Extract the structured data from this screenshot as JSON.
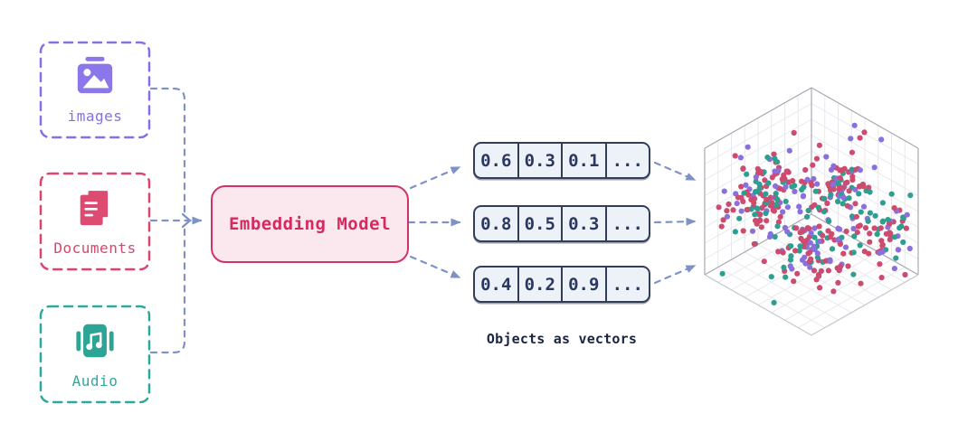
{
  "inputs": [
    {
      "label": "images",
      "color": "#8570e4"
    },
    {
      "label": "Documents",
      "color": "#dc446e"
    },
    {
      "label": "Audio",
      "color": "#2ea89b"
    }
  ],
  "model": {
    "label": "Embedding Model",
    "border_color": "#d23364",
    "fill_color": "#fbe7ee",
    "text_color": "#d42a60"
  },
  "vectors": {
    "caption": "Objects as vectors",
    "caption_color": "#1c2540",
    "border_color": "#323e58",
    "fill_color": "#edf2f9",
    "text_color": "#2a3760",
    "rows": [
      {
        "cells": [
          "0.6",
          "0.3",
          "0.1",
          "..."
        ]
      },
      {
        "cells": [
          "0.8",
          "0.5",
          "0.3",
          "..."
        ]
      },
      {
        "cells": [
          "0.4",
          "0.2",
          "0.9",
          "..."
        ]
      }
    ]
  },
  "arrows": {
    "color": "#7e92c5"
  },
  "scatter_plot": {
    "type": "scatter3d",
    "grid_color": "#e6e6ed",
    "edge_color": "#a9a9b4",
    "front_edge_color": "#c4c4ce",
    "point_colors": {
      "crimson": "#cc4b6e",
      "purple": "#8a70dc",
      "teal": "#2d9e90"
    },
    "color_weights": {
      "crimson": 0.48,
      "purple": 0.25,
      "teal": 0.27
    },
    "seed": 42,
    "point_radius": 3.1,
    "clusters": [
      {
        "center": [
          0.45,
          0.78,
          0.82
        ],
        "spread": 0.1,
        "count": 70
      },
      {
        "center": [
          0.78,
          0.48,
          0.82
        ],
        "spread": 0.1,
        "count": 70
      },
      {
        "center": [
          0.16,
          0.72,
          0.48
        ],
        "spread": 0.09,
        "count": 45
      },
      {
        "center": [
          0.55,
          0.48,
          0.22
        ],
        "spread": 0.13,
        "count": 95
      },
      {
        "center": [
          0.88,
          0.18,
          0.38
        ],
        "spread": 0.1,
        "count": 50
      }
    ],
    "background_count": 90
  }
}
